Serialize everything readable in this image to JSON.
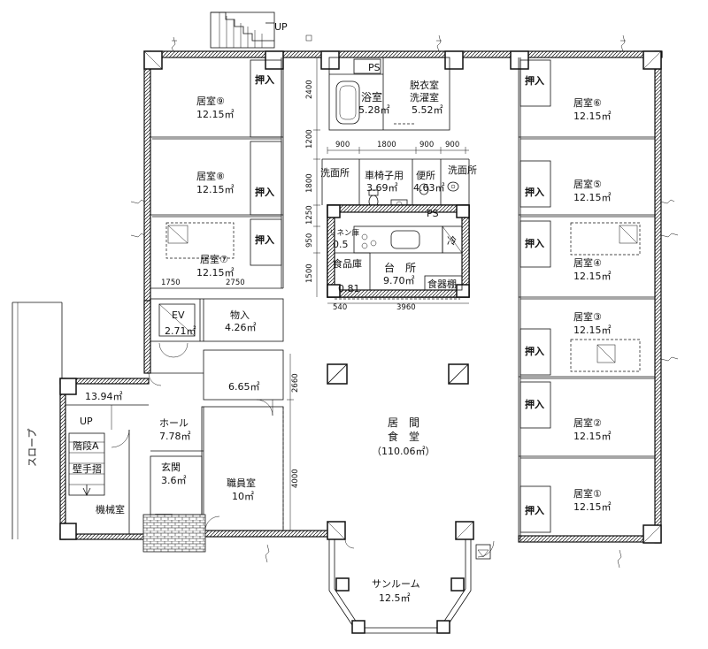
{
  "rooms": {
    "room9": {
      "name": "居室⑨",
      "area": "12.15㎡"
    },
    "room8": {
      "name": "居室⑧",
      "area": "12.15㎡"
    },
    "room7": {
      "name": "居室⑦",
      "area": "12.15㎡"
    },
    "room6": {
      "name": "居室⑥",
      "area": "12.15㎡"
    },
    "room5": {
      "name": "居室⑤",
      "area": "12.15㎡"
    },
    "room4": {
      "name": "居室④",
      "area": "12.15㎡"
    },
    "room3": {
      "name": "居室③",
      "area": "12.15㎡"
    },
    "room2": {
      "name": "居室②",
      "area": "12.15㎡"
    },
    "room1": {
      "name": "居室①",
      "area": "12.15㎡"
    },
    "bath": {
      "name": "浴室",
      "area": "5.28㎡"
    },
    "dressing": {
      "name1": "脱衣室",
      "name2": "洗濯室",
      "area": "5.52㎡"
    },
    "washroom": "洗面所",
    "wheelchair_toilet": {
      "name": "車椅子用",
      "area": "3.69㎡"
    },
    "toilet": {
      "name": "便所",
      "area": "4.63㎡"
    },
    "linen": {
      "name": "リネン庫",
      "area": "0.5"
    },
    "pantry": {
      "name": "食品庫",
      "area": "0.81"
    },
    "kitchen": {
      "name": "台　所",
      "area": "9.70㎡"
    },
    "cupboard": "食器棚",
    "fridge": "冷",
    "ev": {
      "name": "EV",
      "area": "2.71㎡"
    },
    "storage": {
      "name": "物入",
      "area": "4.26㎡"
    },
    "living": {
      "name1": "居　間",
      "name2": "食　堂",
      "area": "（110.06㎡）"
    },
    "room_665": {
      "area": "6.65㎡"
    },
    "hall": {
      "name": "ホール",
      "area": "7.78㎡"
    },
    "entrance": {
      "name": "玄関",
      "area": "3.6㎡"
    },
    "staff": {
      "name": "職員室",
      "area": "10㎡"
    },
    "mechanical": "機械室",
    "stair": "階段A",
    "handrail": "壁手摺",
    "room_1394": "13.94㎡",
    "sunroom": {
      "name": "サンルーム",
      "area": "12.5㎡"
    },
    "ps": "PS",
    "closet": "押入"
  },
  "labels": {
    "up_top": "UP",
    "up_left": "UP",
    "slope": "スロープ"
  },
  "dimensions": {
    "d2400": "2400",
    "d1200": "1200",
    "d1800v": "1800",
    "d1250": "1250",
    "d950": "950",
    "d1500": "1500",
    "d900a": "900",
    "d1800h": "1800",
    "d900b": "900",
    "d900c": "900",
    "d1750": "1750",
    "d2750": "2750",
    "d540": "540",
    "d3960": "3960",
    "d2660": "2660",
    "d4000": "4000"
  }
}
